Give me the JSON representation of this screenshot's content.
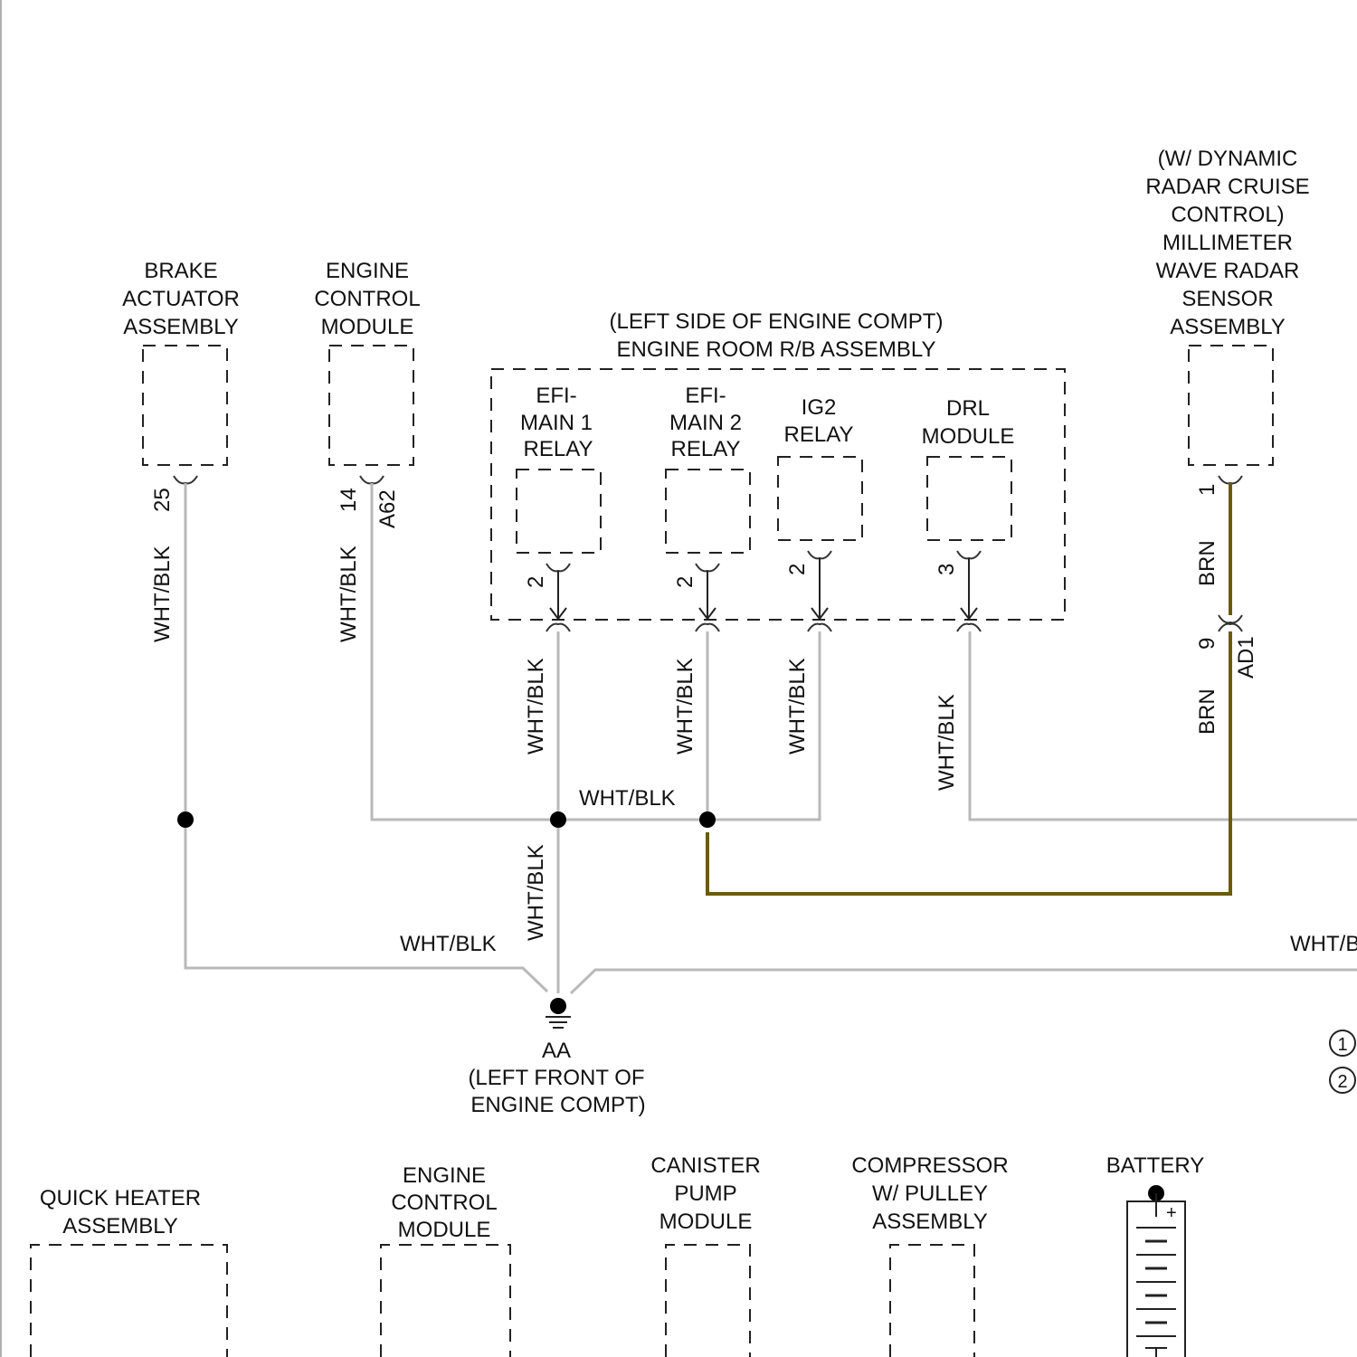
{
  "colors": {
    "wire_wht_blk": "#b9b9b9",
    "wire_brn": "#6b5a12",
    "ink": "#111111"
  },
  "components": {
    "brake_actuator": [
      "BRAKE",
      "ACTUATOR",
      "ASSEMBLY"
    ],
    "ecm_top": [
      "ENGINE",
      "CONTROL",
      "MODULE"
    ],
    "engine_room_rb": [
      "(LEFT SIDE OF ENGINE COMPT)",
      "ENGINE ROOM R/B ASSEMBLY"
    ],
    "efi_main1": [
      "EFI-",
      "MAIN 1",
      "RELAY"
    ],
    "efi_main2": [
      "EFI-",
      "MAIN 2",
      "RELAY"
    ],
    "ig2": [
      "IG2",
      "RELAY"
    ],
    "drl": [
      "DRL",
      "MODULE"
    ],
    "radar": [
      "(W/ DYNAMIC",
      "RADAR CRUISE",
      "CONTROL)",
      "MILLIMETER",
      "WAVE RADAR",
      "SENSOR",
      "ASSEMBLY"
    ],
    "ground": [
      "AA",
      "(LEFT FRONT OF",
      "ENGINE COMPT)"
    ],
    "quick_heater": [
      "QUICK HEATER",
      "ASSEMBLY"
    ],
    "ecm_bottom": [
      "ENGINE",
      "CONTROL",
      "MODULE"
    ],
    "canister": [
      "CANISTER",
      "PUMP",
      "MODULE"
    ],
    "compressor": [
      "COMPRESSOR",
      "W/ PULLEY",
      "ASSEMBLY"
    ],
    "battery": [
      "BATTERY"
    ]
  },
  "pins": {
    "brake": "25",
    "ecm": "14",
    "ecm_connector": "A62",
    "efi1": "2",
    "efi2": "2",
    "ig2": "2",
    "drl": "3",
    "radar": "1",
    "ad1_pin": "9",
    "ad1_connector": "AD1"
  },
  "wires": {
    "brake": "WHT/BLK",
    "ecm": "WHT/BLK",
    "efi1": "WHT/BLK",
    "efi2": "WHT/BLK",
    "ig2": "WHT/BLK",
    "drl": "WHT/BLK",
    "radar_upper": "BRN",
    "radar_lower": "BRN",
    "horizontal_mid": "WHT/BLK",
    "trunk_vertical": "WHT/BLK",
    "bottom_left": "WHT/BLK",
    "bottom_right": "WHT/B"
  },
  "page_refs": [
    "1",
    "2"
  ],
  "battery_sign": "+"
}
